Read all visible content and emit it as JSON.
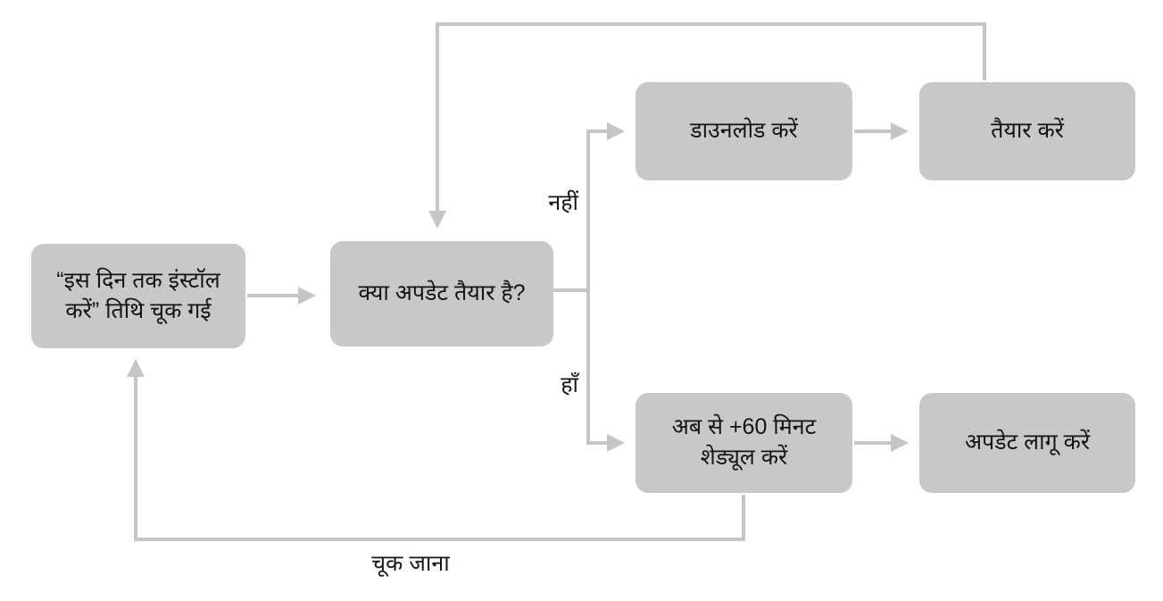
{
  "diagram": {
    "title": "software-update-flowchart",
    "nodes": {
      "missed": {
        "label": "“इस दिन तक इंस्टॉल करें” तिथि चूक गई"
      },
      "question": {
        "label": "क्या अपडेट तैयार है?"
      },
      "download": {
        "label": "डाउनलोड करें"
      },
      "prepare": {
        "label": "तैयार करें"
      },
      "schedule": {
        "label": "अब से +60 मिनट शेड्यूल करें"
      },
      "apply": {
        "label": "अपडेट लागू करें"
      }
    },
    "edge_labels": {
      "no": "नहीं",
      "yes": "हाँ",
      "missed": "चूक जाना"
    },
    "colors": {
      "node_fill": "#c7c8c8",
      "line": "#c4c5c5",
      "text": "#141414",
      "background": "#ffffff"
    }
  }
}
